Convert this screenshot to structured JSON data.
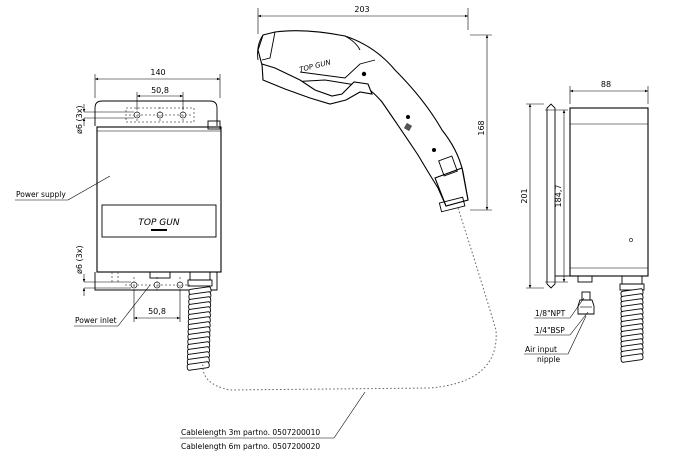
{
  "dimensions": {
    "overall_width": "140",
    "hole_spacing_top": "50,8",
    "hole_spacing_bottom": "50,8",
    "hole_dia_top": "ø6 (3x)",
    "hole_dia_bottom": "ø6 (3x)",
    "gun_length": "203",
    "gun_height": "168",
    "side_depth": "88",
    "side_height_outer": "201",
    "side_height_inner": "184,7"
  },
  "labels": {
    "power_supply": "Power supply",
    "power_inlet": "Power inlet",
    "brand_box": "TOP GUN",
    "brand_gun": "TOP GUN",
    "npt": "1/8\"NPT",
    "bsp": "1/4\"BSP",
    "air_input_line1": "Air input",
    "air_input_line2": "nipple",
    "cable_3m": "Cablelength 3m partno. 0507200010",
    "cable_6m": "Cablelength 6m partno. 0507200020"
  }
}
